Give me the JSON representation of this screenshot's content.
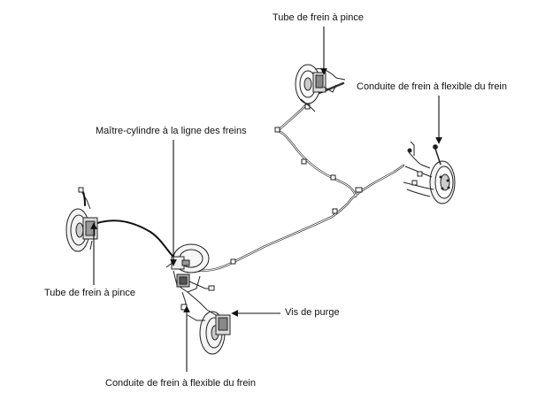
{
  "labels": {
    "top_pipe": "Tube de frein à pince",
    "rear_right_hose": "Conduite de frein à flexible du frein",
    "master_cylinder": "Maître-cylindre à la ligne des freins",
    "left_pipe": "Tube de frein à pince",
    "bleed_screw": "Vis de purge",
    "bottom_hose": "Conduite de frein à flexible du frein"
  }
}
